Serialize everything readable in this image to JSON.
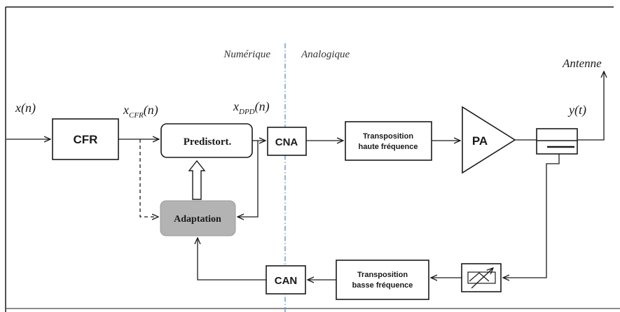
{
  "domains": {
    "digital": "Numérique",
    "analog": "Analogique"
  },
  "signals": {
    "x": "x(n)",
    "xcfr_base": "x",
    "xcfr_sub": "CFR",
    "xcfr_tail": "(n)",
    "xdpd_base": "x",
    "xdpd_sub": "DPD",
    "xdpd_tail": "(n)",
    "y": "y(t)"
  },
  "blocks": {
    "cfr": "CFR",
    "predistort": "Predistort.",
    "adaptation": "Adaptation",
    "cna": "CNA",
    "can": "CAN",
    "up_line1": "Transposition",
    "up_line2": "haute fréquence",
    "down_line1": "Transposition",
    "down_line2": "basse fréquence",
    "pa": "PA",
    "antenna": "Antenne"
  },
  "colors": {
    "stroke": "#1a1a1a",
    "adaptation_fill": "#b3b3b3",
    "divider": "#5b8fc9"
  }
}
